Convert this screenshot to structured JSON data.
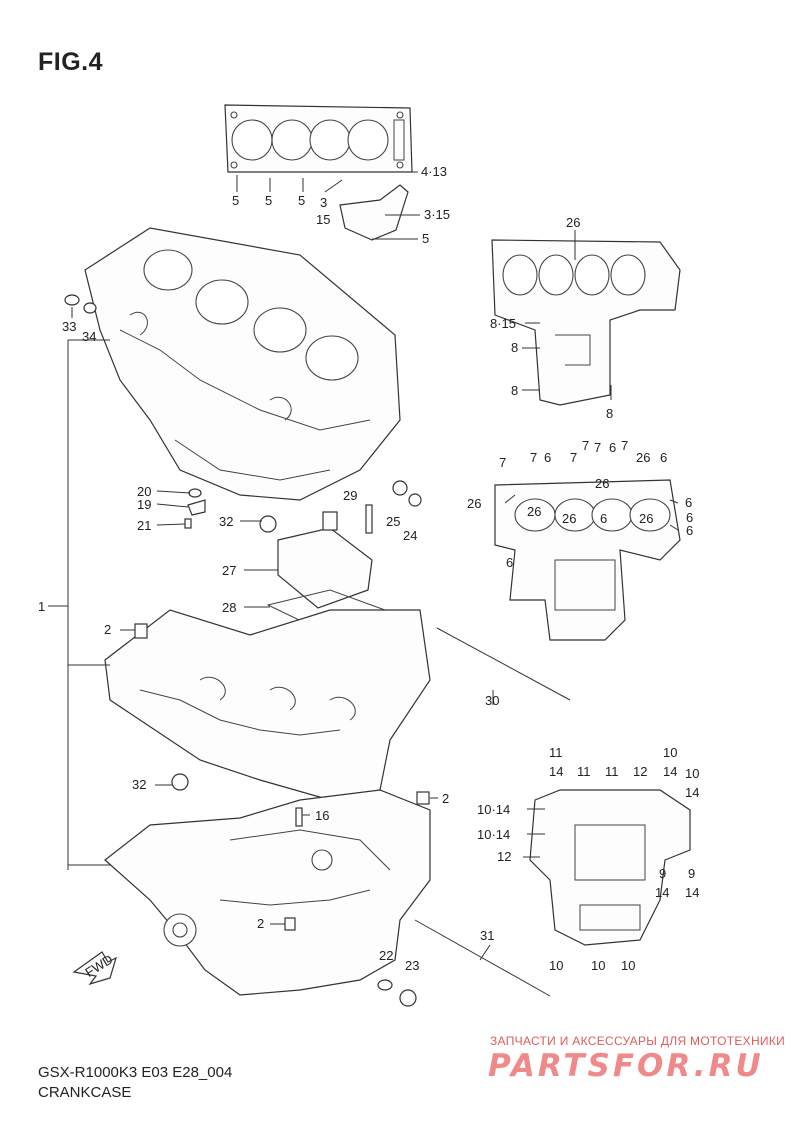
{
  "figure": {
    "title": "FIG.4",
    "model_code": "GSX-R1000K3 E03 E28_004",
    "caption": "CRANKCASE",
    "fwd_label": "FWD"
  },
  "watermark": {
    "tagline": "ЗАПЧАСТИ И АКСЕССУАРЫ ДЛЯ МОТОТЕХНИКИ",
    "logo": "PARTSFOR.RU",
    "colors": {
      "tagline": "#e15b5b",
      "logo": "#f08a8a"
    }
  },
  "callouts": {
    "c01": "5",
    "c02": "5",
    "c03": "5",
    "c04": "3",
    "c05": "15",
    "c06": "4·13",
    "c07": "3·15",
    "c08": "5",
    "c09": "26",
    "c10": "8·15",
    "c11": "8",
    "c12": "8",
    "c13": "8",
    "c14": "33",
    "c15": "34",
    "c16": "1",
    "c17": "7",
    "c18": "7",
    "c19": "6",
    "c20": "7",
    "c21": "7",
    "c22": "7",
    "c23": "6",
    "c24": "7",
    "c25": "26",
    "c26": "6",
    "c27": "26",
    "c28": "26",
    "c29": "26",
    "c30": "26",
    "c31": "6",
    "c32": "26",
    "c33": "6",
    "c34": "6",
    "c35": "6",
    "c36": "6",
    "c37": "20",
    "c38": "19",
    "c39": "21",
    "c40": "29",
    "c41": "25",
    "c42": "24",
    "c43": "32",
    "c44": "27",
    "c45": "28",
    "c46": "2",
    "c47": "30",
    "c48": "11",
    "c49": "14",
    "c50": "11",
    "c51": "11",
    "c52": "12",
    "c53": "10",
    "c54": "14",
    "c55": "10",
    "c56": "14",
    "c57": "10·14",
    "c58": "10·14",
    "c59": "12",
    "c60": "9",
    "c61": "14",
    "c62": "9",
    "c63": "14",
    "c64": "10",
    "c65": "10",
    "c66": "10",
    "c67": "32",
    "c68": "2",
    "c69": "16",
    "c70": "2",
    "c71": "31",
    "c72": "22",
    "c73": "23"
  }
}
